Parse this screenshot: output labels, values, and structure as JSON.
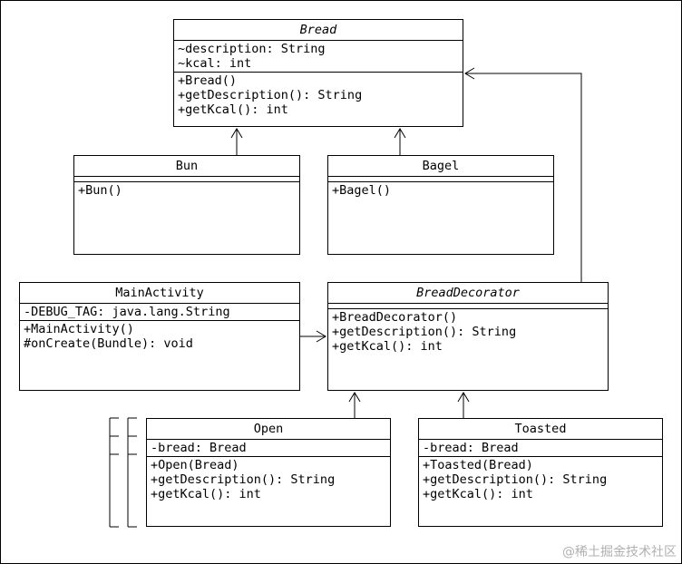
{
  "classes": {
    "bread": {
      "name": "Bread",
      "attributes": [
        "~description: String",
        "~kcal: int"
      ],
      "methods": [
        "+Bread()",
        "+getDescription(): String",
        "+getKcal(): int"
      ]
    },
    "bun": {
      "name": "Bun",
      "attributes": [],
      "methods": [
        "+Bun()"
      ]
    },
    "bagel": {
      "name": "Bagel",
      "attributes": [],
      "methods": [
        "+Bagel()"
      ]
    },
    "main": {
      "name": "MainActivity",
      "attributes": [
        "-DEBUG_TAG: java.lang.String"
      ],
      "methods": [
        "+MainActivity()",
        "#onCreate(Bundle): void"
      ]
    },
    "decorator": {
      "name": "BreadDecorator",
      "attributes": [],
      "methods": [
        "+BreadDecorator()",
        "+getDescription(): String",
        "+getKcal(): int"
      ]
    },
    "open": {
      "name": "Open",
      "attributes": [
        "-bread: Bread"
      ],
      "methods": [
        "+Open(Bread)",
        "+getDescription(): String",
        "+getKcal(): int"
      ]
    },
    "toasted": {
      "name": "Toasted",
      "attributes": [
        "-bread: Bread"
      ],
      "methods": [
        "+Toasted(Bread)",
        "+getDescription(): String",
        "+getKcal(): int"
      ]
    }
  },
  "watermark": "@稀土掘金技术社区"
}
